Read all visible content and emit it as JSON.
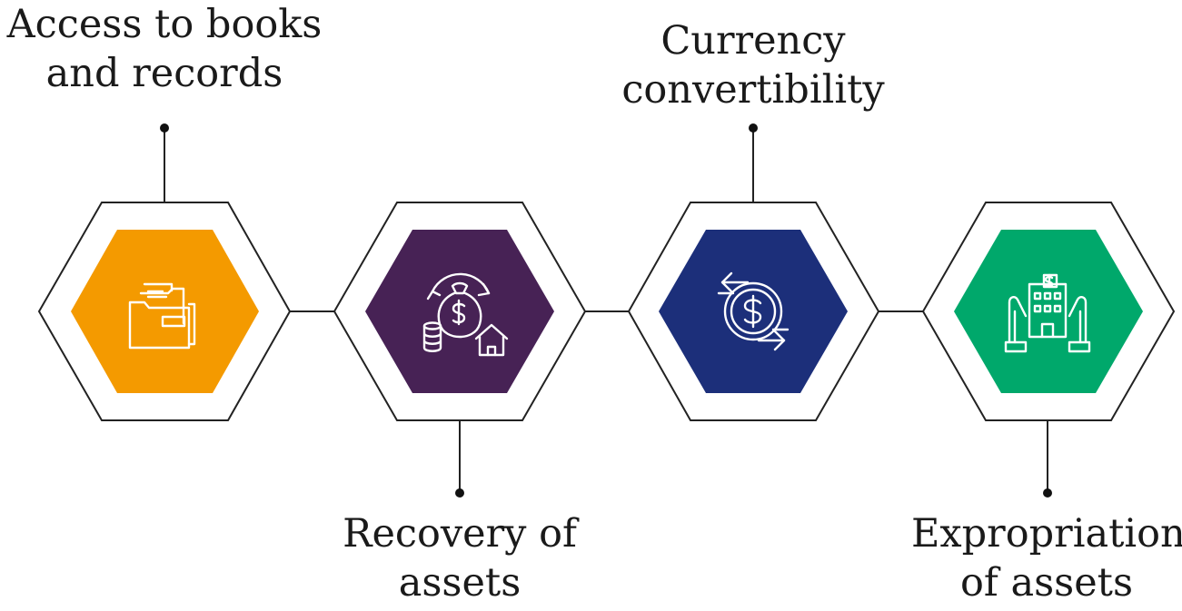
{
  "steps": [
    {
      "id": "books-records",
      "label_lines": [
        "Access to books",
        "and records"
      ],
      "color": "#F49A00",
      "icon": "folder-documents-icon",
      "label_position": "top"
    },
    {
      "id": "recovery-assets",
      "label_lines": [
        "Recovery of",
        "assets"
      ],
      "color": "#472255",
      "icon": "money-bag-recovery-icon",
      "label_position": "bottom"
    },
    {
      "id": "currency-convertibility",
      "label_lines": [
        "Currency",
        "convertibility"
      ],
      "color": "#1C2F7A",
      "icon": "currency-exchange-icon",
      "label_position": "top"
    },
    {
      "id": "expropriation-assets",
      "label_lines": [
        "Expropriation",
        "of assets"
      ],
      "color": "#00A86B",
      "icon": "hands-building-icon",
      "label_position": "bottom"
    }
  ]
}
